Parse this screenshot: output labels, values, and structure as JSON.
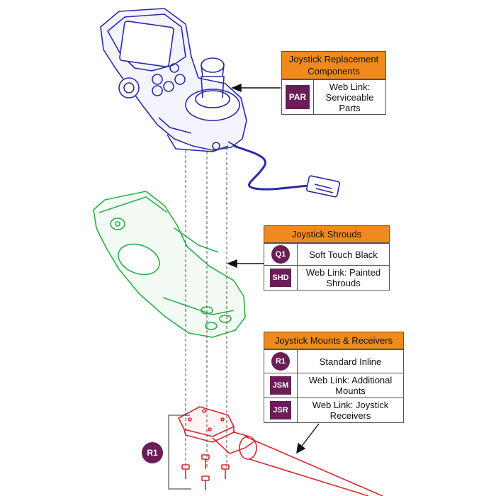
{
  "callouts": {
    "replacement": {
      "title": "Joystick Replacement Components",
      "rows": [
        {
          "badge": "PAR",
          "text": "Web Link: Serviceable Parts"
        }
      ]
    },
    "shrouds": {
      "title": "Joystick Shrouds",
      "rows": [
        {
          "badge": "Q1",
          "text": "Soft Touch Black"
        },
        {
          "badge": "SHD",
          "text": "Web Link: Painted Shrouds"
        }
      ]
    },
    "mounts": {
      "title": "Joystick Mounts & Receivers",
      "rows": [
        {
          "badge": "R1",
          "text": "Standard Inline"
        },
        {
          "badge": "JSM",
          "text": "Web Link: Additional Mounts"
        },
        {
          "badge": "JSR",
          "text": "Web Link: Joystick Receivers"
        }
      ]
    }
  },
  "mount_label": "R1",
  "colors": {
    "header_orange": "#f08a1c",
    "badge_purple": "#6b1d57",
    "joystick_line": "#2a2aa8",
    "shroud_line": "#2bb04a",
    "mount_line": "#d8282a"
  }
}
